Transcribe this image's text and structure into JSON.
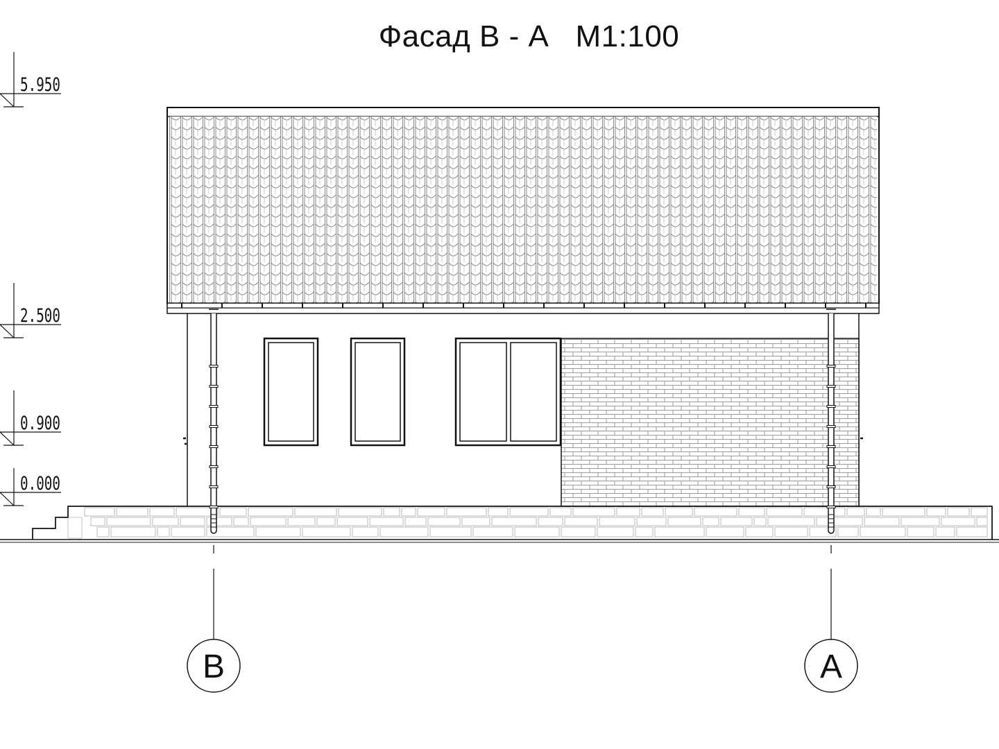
{
  "title": "Фасад В - А   М1:100",
  "levels": [
    {
      "label": "5.950",
      "value": 5.95
    },
    {
      "label": "2.500",
      "value": 2.5
    },
    {
      "label": "0.900",
      "value": 0.9
    },
    {
      "label": "0.000",
      "value": 0.0
    }
  ],
  "axes": [
    {
      "label": "В"
    },
    {
      "label": "А"
    }
  ],
  "colors": {
    "line": "#111111",
    "hatch": "#9a9a9a",
    "stone": "#c4c4c4"
  }
}
